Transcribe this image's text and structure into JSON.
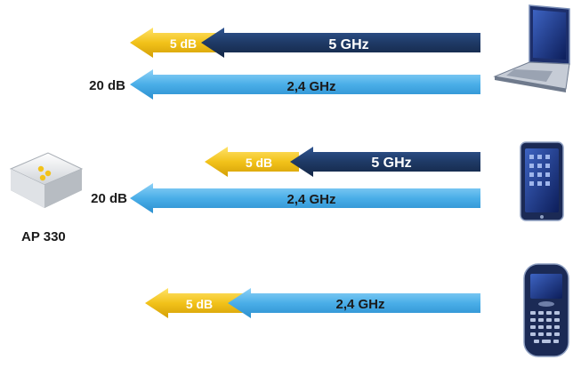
{
  "colors": {
    "navy": "#1f3a66",
    "sky": "#4aaee8",
    "gold": "#f2c21a",
    "text_dark": "#1a1a1a",
    "text_light": "#ffffff"
  },
  "rows": [
    {
      "id": "laptop",
      "device_icon": "laptop-icon",
      "bands": [
        {
          "loss_label": "5 dB",
          "band_label": "5 GHz"
        },
        {
          "loss_label": "20 dB",
          "band_label": "2,4 GHz"
        }
      ]
    },
    {
      "id": "tablet",
      "device_icon": "tablet-icon",
      "bands": [
        {
          "loss_label": "5 dB",
          "band_label": "5 GHz"
        },
        {
          "loss_label": "20 dB",
          "band_label": "2,4 GHz"
        }
      ]
    },
    {
      "id": "phone",
      "device_icon": "smartphone-icon",
      "bands": [
        {
          "loss_label": "5 dB",
          "band_label": "2,4 GHz"
        }
      ]
    }
  ],
  "access_point": {
    "icon": "access-point-icon",
    "label": "AP 330"
  }
}
